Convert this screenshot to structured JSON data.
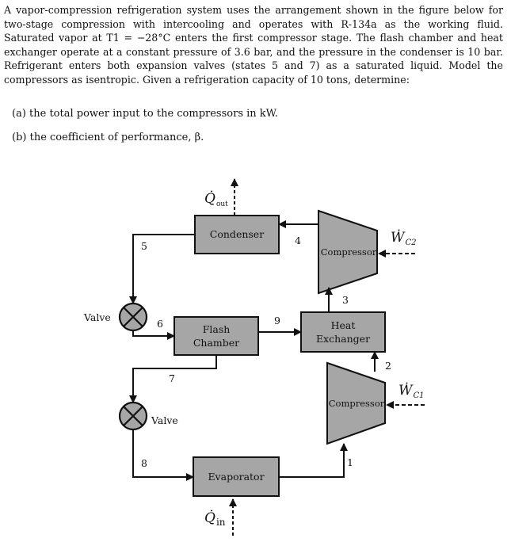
{
  "problem": {
    "text": "A vapor-compression refrigeration system uses the arrangement shown in the figure below for two-stage compression with intercooling and operates with R-134a as the working fluid. Saturated vapor at T1 = −28°C enters the first compressor stage. The flash chamber and heat exchanger operate at a constant pressure of 3.6 bar, and the pressure in the condenser is 10 bar. Refrigerant enters both expansion valves (states 5 and 7) as a saturated liquid. Model the compressors as isentropic. Given a refrigeration capacity of 10 tons, determine:",
    "part_a": "(a) the total power input to the compressors in kW.",
    "part_b": "(b) the coefficient of performance, β."
  },
  "diagram": {
    "condenser": "Condenser",
    "flash_line1": "Flash",
    "flash_line2": "Chamber",
    "hx_line1": "Heat",
    "hx_line2": "Exchanger",
    "evaporator": "Evaporator",
    "compressor_top": "Compressor",
    "compressor_bottom": "Compressor",
    "valve_top": "Valve",
    "valve_bottom": "Valve",
    "q_out": "Q̇",
    "q_out_sub": "out",
    "q_in": "Q̇",
    "q_in_sub": "in",
    "w_c2": "Ẇ",
    "w_c2_sub": "C2",
    "w_c1": "Ẇ",
    "w_c1_sub": "C1",
    "states": {
      "s1": "1",
      "s2": "2",
      "s3": "3",
      "s4": "4",
      "s5": "5",
      "s6": "6",
      "s7": "7",
      "s8": "8",
      "s9": "9"
    },
    "colors": {
      "component_fill": "#a6a6a6",
      "line": "#111111"
    }
  }
}
